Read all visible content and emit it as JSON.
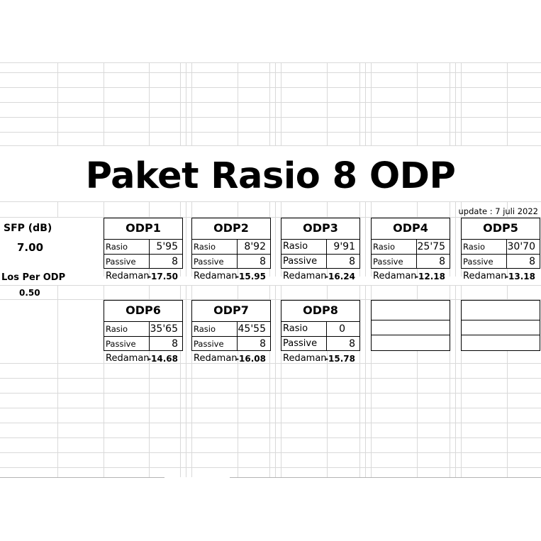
{
  "sheet": {
    "title": "Paket Rasio 8 ODP",
    "update": "update : 7 juli 2022",
    "sfp_label": "SFP (dB)",
    "sfp_value": "7.00",
    "loss_label": "Los Per ODP",
    "loss_value": "0.50"
  },
  "labels": {
    "rasio": "Rasio",
    "passive": "Passive",
    "redaman": "Redaman"
  },
  "odp": [
    {
      "name": "ODP1",
      "rasio": "5'95",
      "passive": "8",
      "redaman": "-17.50"
    },
    {
      "name": "ODP2",
      "rasio": "8'92",
      "passive": "8",
      "redaman": "-15.95"
    },
    {
      "name": "ODP3",
      "rasio": "9'91",
      "passive": "8",
      "redaman": "-16.24"
    },
    {
      "name": "ODP4",
      "rasio": "25'75",
      "passive": "8",
      "redaman": "-12.18"
    },
    {
      "name": "ODP5",
      "rasio": "30'70",
      "passive": "8",
      "redaman": "-13.18"
    },
    {
      "name": "ODP6",
      "rasio": "35'65",
      "passive": "8",
      "redaman": "-14.68"
    },
    {
      "name": "ODP7",
      "rasio": "45'55",
      "passive": "8",
      "redaman": "-16.08"
    },
    {
      "name": "ODP8",
      "rasio": "0",
      "passive": "8",
      "redaman": "-15.78"
    }
  ]
}
